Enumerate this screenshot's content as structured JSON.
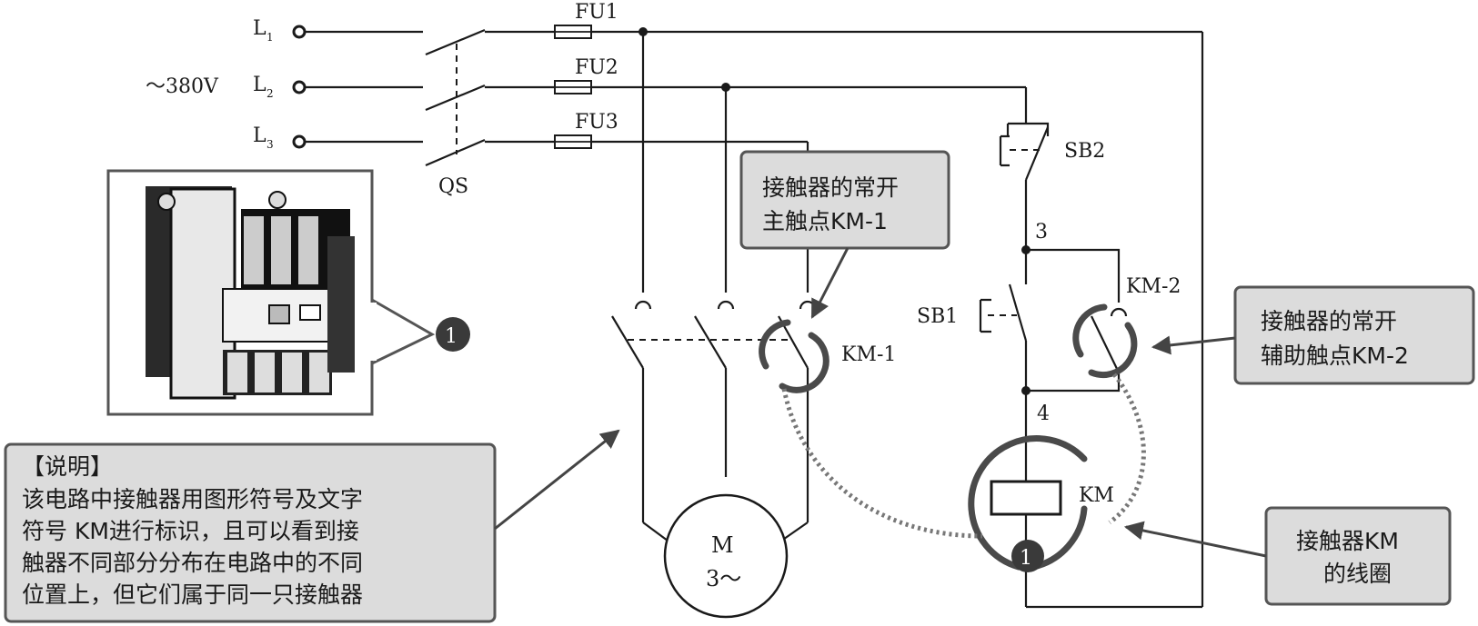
{
  "terminals": {
    "l1": "L",
    "l1_sub": "1",
    "l2": "L",
    "l2_sub": "2",
    "l3": "L",
    "l3_sub": "3",
    "voltage": "～380V"
  },
  "switch_label": "QS",
  "fuses": {
    "fu1": "FU1",
    "fu2": "FU2",
    "fu3": "FU3"
  },
  "buttons": {
    "sb1": "SB1",
    "sb2": "SB2"
  },
  "nodes": {
    "n3": "3",
    "n4": "4"
  },
  "contacts": {
    "km1": "KM-1",
    "km2": "KM-2",
    "coil": "KM"
  },
  "motor": {
    "line1": "M",
    "line2": "3～"
  },
  "badges": {
    "photo": "1",
    "coil": "1"
  },
  "callouts": {
    "main_contact": [
      "接触器的常开",
      "主触点KM-1"
    ],
    "aux_contact": [
      "接触器的常开",
      "辅助触点KM-2"
    ],
    "coil": [
      "接触器KM",
      "的线圈"
    ]
  },
  "note": {
    "title": "【说明】",
    "lines": [
      "该电路中接触器用图形符号及文字",
      "符号 KM进行标识，且可以看到接",
      "触器不同部分分布在电路中的不同",
      "位置上，但它们属于同一只接触器"
    ]
  }
}
